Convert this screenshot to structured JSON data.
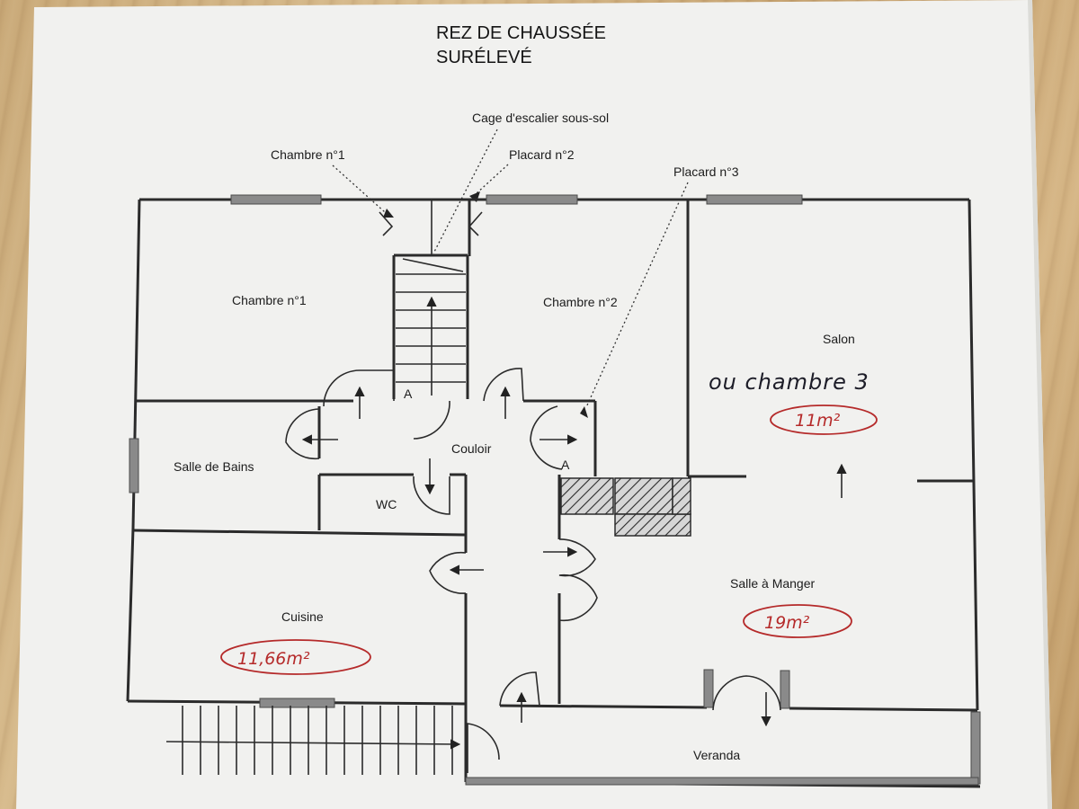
{
  "plan": {
    "title_line1": "REZ DE CHAUSSÉE",
    "title_line2": "SURÉLEVÉ",
    "callouts": {
      "cage_escalier": "Cage d'escalier sous-sol",
      "chambre1_top": "Chambre n°1",
      "placard2": "Placard n°2",
      "placard3": "Placard n°3"
    },
    "rooms": {
      "chambre1": "Chambre n°1",
      "chambre2": "Chambre n°2",
      "salon": "Salon",
      "salle_de_bains": "Salle de Bains",
      "couloir": "Couloir",
      "wc": "WC",
      "cuisine": "Cuisine",
      "salle_a_manger": "Salle à Manger",
      "veranda": "Veranda"
    },
    "marks": {
      "a1": "A",
      "a2": "A"
    },
    "handwritten": {
      "salon_note": "ou chambre 3",
      "salon_area": "11m²",
      "salle_manger_area": "19m²",
      "cuisine_area": "11,66m²"
    },
    "colors": {
      "ink": "#2b2b2b",
      "red_pen": "#b52a2a",
      "paper": "#f1f1ef"
    }
  }
}
